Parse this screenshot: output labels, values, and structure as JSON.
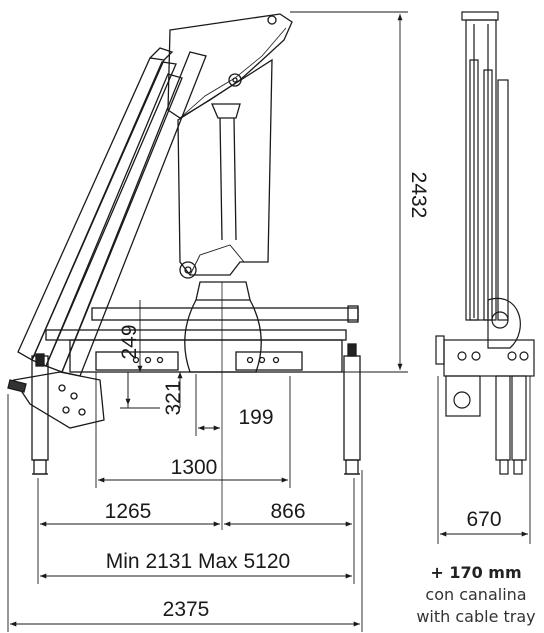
{
  "dimensions": {
    "height_total": "2432",
    "offset_249": "249",
    "offset_321": "321",
    "offset_199": "199",
    "width_1300": "1300",
    "width_1265": "1265",
    "width_866": "866",
    "outriggers": "Min 2131 Max 5120",
    "width_2375": "2375",
    "side_width": "670"
  },
  "note": {
    "extra": "+ 170 mm",
    "line_it": "con canalina",
    "line_en": "with cable tray"
  }
}
